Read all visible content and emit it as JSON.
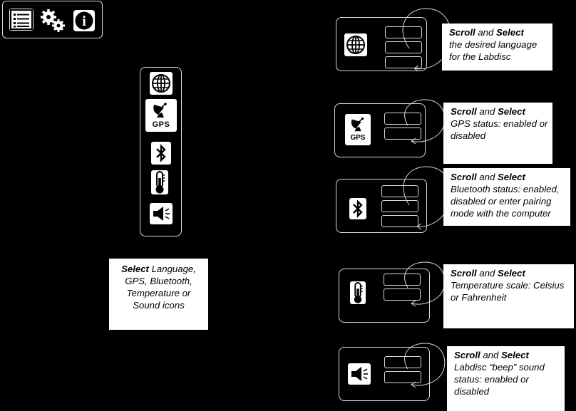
{
  "toolbar": {
    "icons": [
      "menu-list-icon",
      "settings-gears-icon",
      "info-icon"
    ],
    "info_glyph": "i"
  },
  "center_menu": {
    "icons": [
      "globe-icon",
      "gps-icon",
      "bluetooth-icon",
      "thermometer-icon",
      "speaker-icon"
    ],
    "gps_text": "GPS"
  },
  "center_callout": {
    "bold": "Select",
    "text": " Language, GPS, Bluetooth, Temperature or Sound icons"
  },
  "rows": [
    {
      "icon": "globe-icon",
      "slots": 3,
      "bold1": "Scroll",
      "mid": " and ",
      "bold2": "Select",
      "text": "the desired language for the Labdisc"
    },
    {
      "icon": "gps-icon",
      "slots": 2,
      "gps_text": "GPS",
      "bold1": "Scroll",
      "mid": " and ",
      "bold2": "Select",
      "text": "GPS status: enabled or disabled"
    },
    {
      "icon": "bluetooth-icon",
      "slots": 3,
      "bold1": "Scroll",
      "mid": " and ",
      "bold2": "Select",
      "text": "Bluetooth status: enabled, disabled or enter pairing mode with the computer"
    },
    {
      "icon": "thermometer-icon",
      "slots": 2,
      "bold1": "Scroll",
      "mid": " and ",
      "bold2": "Select",
      "text": "Temperature scale: Celsius or Fahrenheit"
    },
    {
      "icon": "speaker-icon",
      "slots": 2,
      "bold1": "Scroll",
      "mid": " and ",
      "bold2": "Select",
      "text": "Labdisc “beep” sound status: enabled or disabled"
    }
  ],
  "colors": {
    "background": "#000000",
    "outline": "#d9d9d9",
    "callout_bg": "#ffffff"
  }
}
